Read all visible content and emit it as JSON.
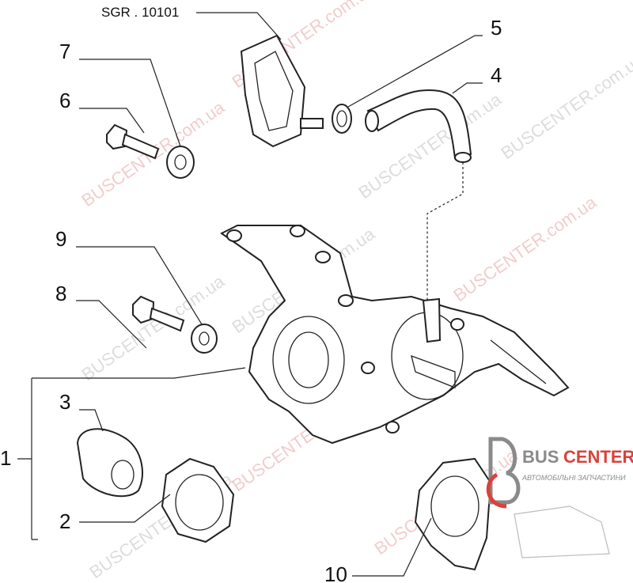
{
  "diagram": {
    "callouts": [
      {
        "id": "sgr",
        "text": "SGR . 10101"
      },
      {
        "id": "5",
        "text": "5"
      },
      {
        "id": "4",
        "text": "4"
      },
      {
        "id": "7",
        "text": "7"
      },
      {
        "id": "6",
        "text": "6"
      },
      {
        "id": "9",
        "text": "9"
      },
      {
        "id": "8",
        "text": "8"
      },
      {
        "id": "3",
        "text": "3"
      },
      {
        "id": "1",
        "text": "1"
      },
      {
        "id": "2",
        "text": "2"
      },
      {
        "id": "10",
        "text": "10"
      }
    ],
    "watermark": "BUSCENTER.com.ua",
    "logo": {
      "brand_a": "BUS",
      "brand_b": "CENTER",
      "tagline": "АВТОМОБІЛЬНІ ЗАПЧАСТИНИ"
    }
  },
  "colors": {
    "accent": "#d9423c",
    "logo_gray": "#8a8a8a",
    "line": "#222222"
  }
}
